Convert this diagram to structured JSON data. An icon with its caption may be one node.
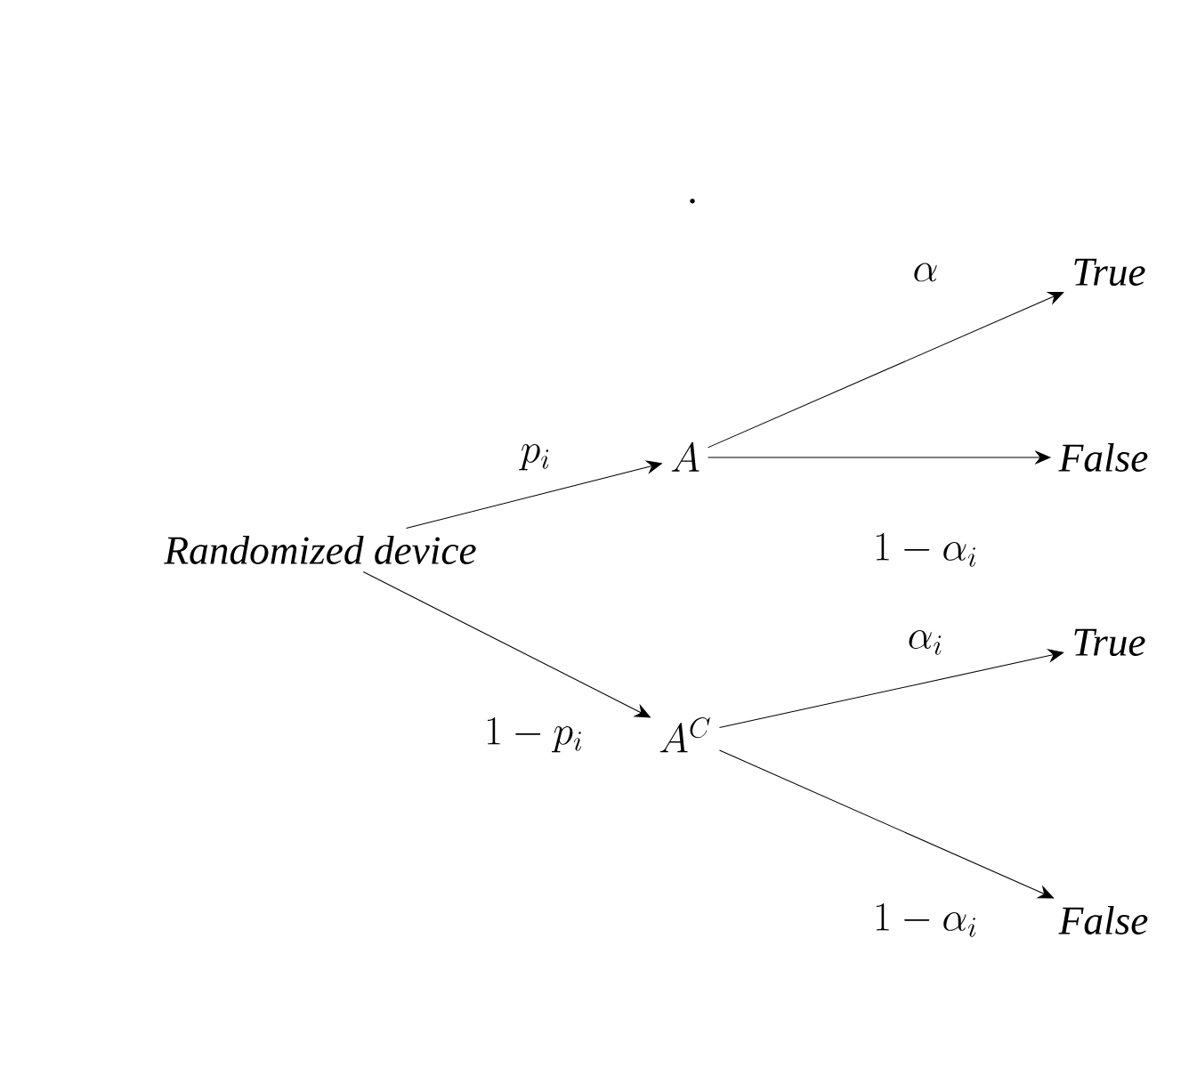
{
  "diagram": {
    "nodes": [
      {
        "text": [
          "Randomized device"
        ]
      },
      {
        "text": [
          "A"
        ]
      },
      {
        "text": [
          "A^C"
        ]
      },
      {
        "text": [
          "True"
        ]
      },
      {
        "text": [
          "False"
        ]
      },
      {
        "text": [
          "True"
        ]
      },
      {
        "text": [
          "False"
        ]
      }
    ],
    "edges": [
      {
        "from": 0,
        "to": 1,
        "arrow": "to",
        "label": "p_i"
      },
      {
        "from": 0,
        "to": 2,
        "arrow": "to",
        "label": "1-p_i"
      },
      {
        "from": 1,
        "to": 3,
        "arrow": "to",
        "label": "\\alpha"
      },
      {
        "from": 1,
        "to": 4,
        "arrow": "to",
        "label": "1-\\alpha_i"
      },
      {
        "from": 2,
        "to": 5,
        "arrow": "to",
        "label": "\\alpha_i"
      },
      {
        "from": 2,
        "to": 6,
        "arrow": "to",
        "label": "1-\\alpha_i"
      }
    ],
    "labels": [
      "."
    ]
  }
}
